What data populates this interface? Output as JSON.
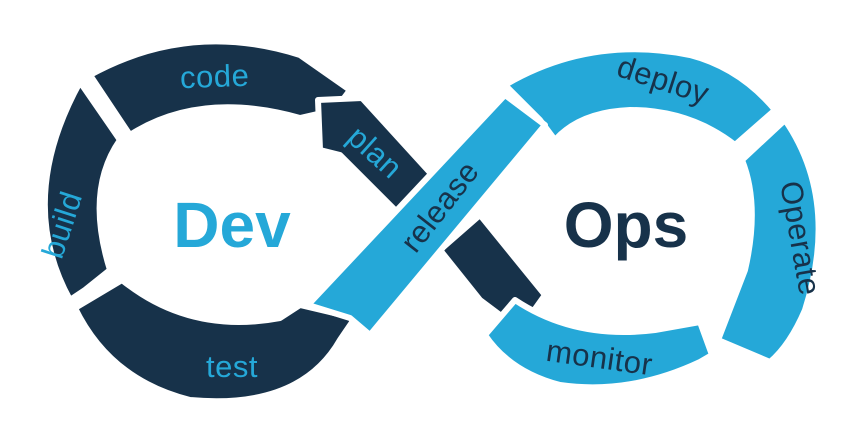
{
  "colors": {
    "dev": "#17324a",
    "ops": "#25a8d8",
    "background": "#ffffff"
  },
  "center": {
    "dev": "Dev",
    "ops": "Ops"
  },
  "stages": {
    "plan": "plan",
    "code": "code",
    "build": "build",
    "test": "test",
    "release": "release",
    "deploy": "deploy",
    "operate": "Operate",
    "monitor": "monitor"
  }
}
